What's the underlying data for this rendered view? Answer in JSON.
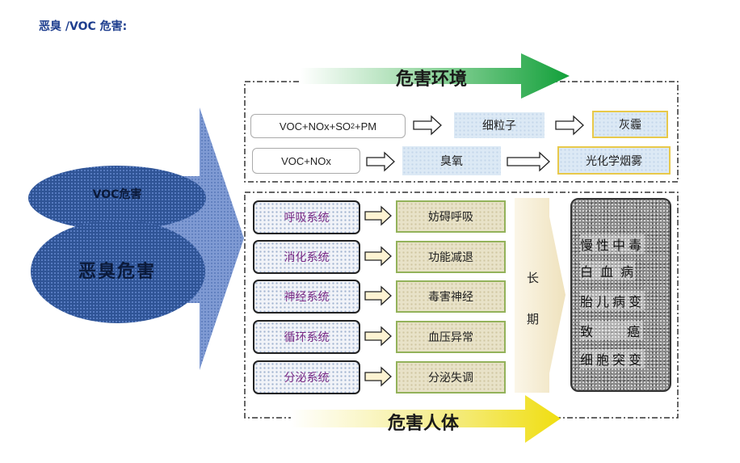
{
  "title": "恶臭 /VOC 危害:",
  "left": {
    "voc_label": "VOC危害",
    "odor_label": "恶臭危害"
  },
  "environment": {
    "banner": "危害环境",
    "row1": {
      "source": "VOC+NOx+SO",
      "source_sub": "2",
      "source_tail": "+PM",
      "mid": "细粒子",
      "result": "灰霾"
    },
    "row2": {
      "source": "VOC+NOx",
      "mid": "臭氧",
      "result": "光化学烟雾"
    }
  },
  "body": {
    "banner": "危害人体",
    "systems": [
      {
        "name": "呼吸系统",
        "effect": "妨碍呼吸"
      },
      {
        "name": "消化系统",
        "effect": "功能减退"
      },
      {
        "name": "神经系统",
        "effect": "毒害神经"
      },
      {
        "name": "循环系统",
        "effect": "血压异常"
      },
      {
        "name": "分泌系统",
        "effect": "分泌失调"
      }
    ],
    "long_term": [
      "长",
      "期"
    ],
    "outcomes": [
      "慢性中毒",
      "白 血 病",
      "胎儿病变",
      "致 　 癌",
      "细胞突变"
    ]
  },
  "colors": {
    "green_arrow": "#1aa640",
    "yellow_arrow": "#f2e21a",
    "blue_arrow": "#6f8fcf",
    "ellipse": "#2f5496",
    "system_text": "#7a2b86",
    "effect_border": "#93b25a"
  }
}
